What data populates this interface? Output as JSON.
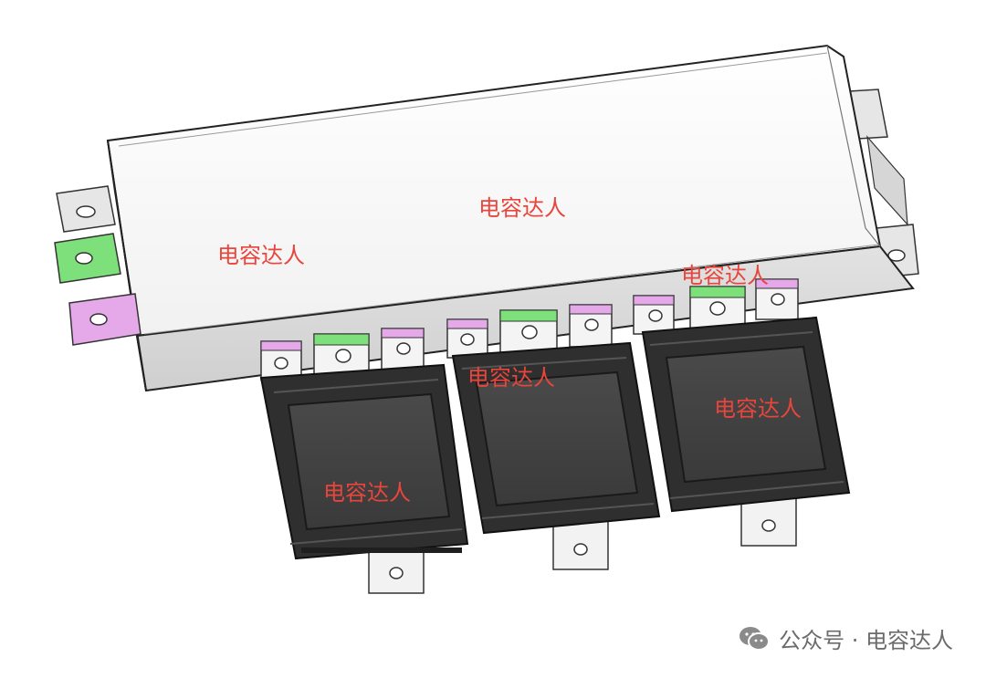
{
  "watermarks": {
    "top_center": "电容达人",
    "left": "电容达人",
    "right_top": "电容达人",
    "center_module": "电容达人",
    "right_module": "电容达人",
    "left_module": "电容达人"
  },
  "footer": {
    "icon": "wechat-icon",
    "text": "公众号 · 电容达人"
  },
  "colors": {
    "terminal_green": "#7ee07a",
    "terminal_pink": "#e5a8e8",
    "watermark": "#e8453c",
    "module_body": "#3c3c3c"
  }
}
